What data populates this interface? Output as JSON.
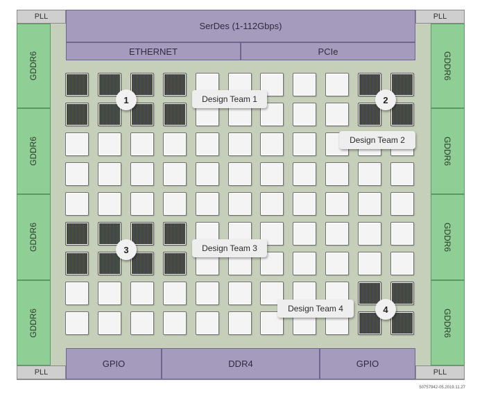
{
  "pll": [
    "PLL",
    "PLL",
    "PLL",
    "PLL"
  ],
  "top": {
    "serdes": "SerDes (1-112Gbps)",
    "ethernet": "ETHERNET",
    "pcie": "PCIe"
  },
  "gddr": {
    "left": [
      "GDDR6",
      "GDDR6",
      "GDDR6",
      "GDDR6"
    ],
    "right": [
      "GDDR6",
      "GDDR6",
      "GDDR6",
      "GDDR6"
    ]
  },
  "bottom": {
    "gpio_left": "GPIO",
    "ddr4": "DDR4",
    "gpio_right": "GPIO"
  },
  "grid": {
    "rows": 9,
    "cols": 11,
    "hatched_cells": [
      [
        0,
        0
      ],
      [
        0,
        1
      ],
      [
        0,
        2
      ],
      [
        0,
        3
      ],
      [
        0,
        9
      ],
      [
        0,
        10
      ],
      [
        1,
        0
      ],
      [
        1,
        1
      ],
      [
        1,
        2
      ],
      [
        1,
        3
      ],
      [
        1,
        9
      ],
      [
        1,
        10
      ],
      [
        5,
        0
      ],
      [
        5,
        1
      ],
      [
        5,
        2
      ],
      [
        5,
        3
      ],
      [
        6,
        0
      ],
      [
        6,
        1
      ],
      [
        6,
        2
      ],
      [
        6,
        3
      ],
      [
        7,
        9
      ],
      [
        7,
        10
      ],
      [
        8,
        9
      ],
      [
        8,
        10
      ]
    ]
  },
  "teams": [
    {
      "label": "Design Team 1",
      "number": "1"
    },
    {
      "label": "Design Team 2",
      "number": "2"
    },
    {
      "label": "Design Team 3",
      "number": "3"
    },
    {
      "label": "Design Team 4",
      "number": "4"
    }
  ],
  "doc_id": "50757942-05.2019.11.27",
  "colors": {
    "die_background": "#c6cfb9",
    "io_purple": "#a59bbd",
    "gddr_green": "#8fcf95",
    "pll_gray": "#cfcfcf"
  }
}
